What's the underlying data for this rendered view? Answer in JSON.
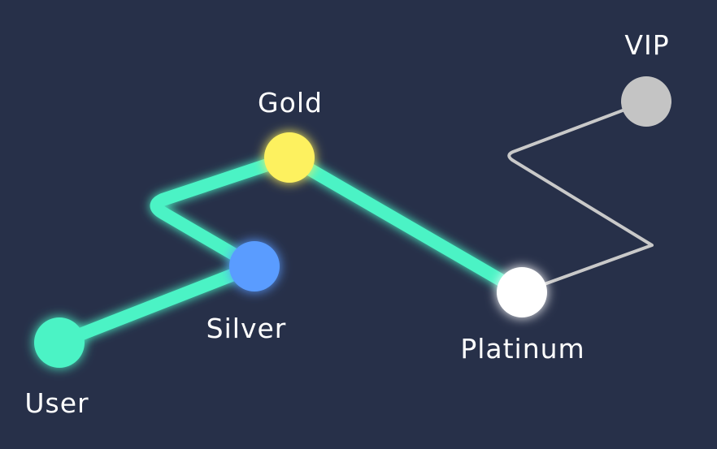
{
  "colors": {
    "background": "#273049",
    "path_active": "#4cf3c5",
    "path_inactive": "#c9c9c9",
    "label": "#ffffff"
  },
  "nodes": [
    {
      "id": "user",
      "label": "User",
      "color": "#4cf3c5",
      "active": true
    },
    {
      "id": "silver",
      "label": "Silver",
      "color": "#5a9cff",
      "active": true
    },
    {
      "id": "gold",
      "label": "Gold",
      "color": "#fdf15f",
      "active": true
    },
    {
      "id": "platinum",
      "label": "Platinum",
      "color": "#ffffff",
      "active": true
    },
    {
      "id": "vip",
      "label": "VIP",
      "color": "#c4c4c4",
      "active": false
    }
  ],
  "edges": [
    {
      "from": "user",
      "to": "silver",
      "status": "active"
    },
    {
      "from": "silver",
      "to": "gold",
      "status": "active"
    },
    {
      "from": "gold",
      "to": "platinum",
      "status": "active"
    },
    {
      "from": "platinum",
      "to": "vip",
      "status": "inactive"
    }
  ]
}
